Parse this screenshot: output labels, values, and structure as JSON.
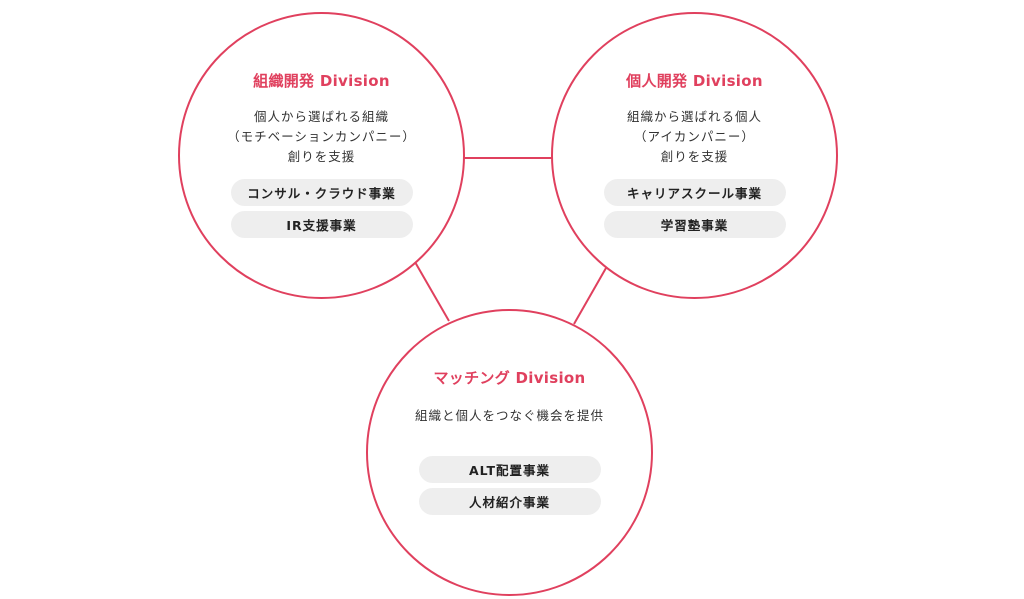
{
  "colors": {
    "accent": "#e0405e",
    "pill_background": "#eeeeee",
    "body_text": "#333333",
    "pill_text": "#222222",
    "background": "#ffffff"
  },
  "divisions": [
    {
      "id": "organization-development",
      "title": "組織開発 Division",
      "description": [
        "個人から選ばれる組織",
        "（モチベーションカンパニー）",
        "創りを支援"
      ],
      "businesses": [
        "コンサル・クラウド事業",
        "IR支援事業"
      ]
    },
    {
      "id": "individual-development",
      "title": "個人開発 Division",
      "description": [
        "組織から選ばれる個人",
        "（アイカンパニー）",
        "創りを支援"
      ],
      "businesses": [
        "キャリアスクール事業",
        "学習塾事業"
      ]
    },
    {
      "id": "matching",
      "title": "マッチング Division",
      "description": [
        "組織と個人をつなぐ機会を提供"
      ],
      "businesses": [
        "ALT配置事業",
        "人材紹介事業"
      ]
    }
  ],
  "connectors": [
    {
      "from": "organization-development",
      "to": "individual-development"
    },
    {
      "from": "organization-development",
      "to": "matching"
    },
    {
      "from": "individual-development",
      "to": "matching"
    }
  ]
}
